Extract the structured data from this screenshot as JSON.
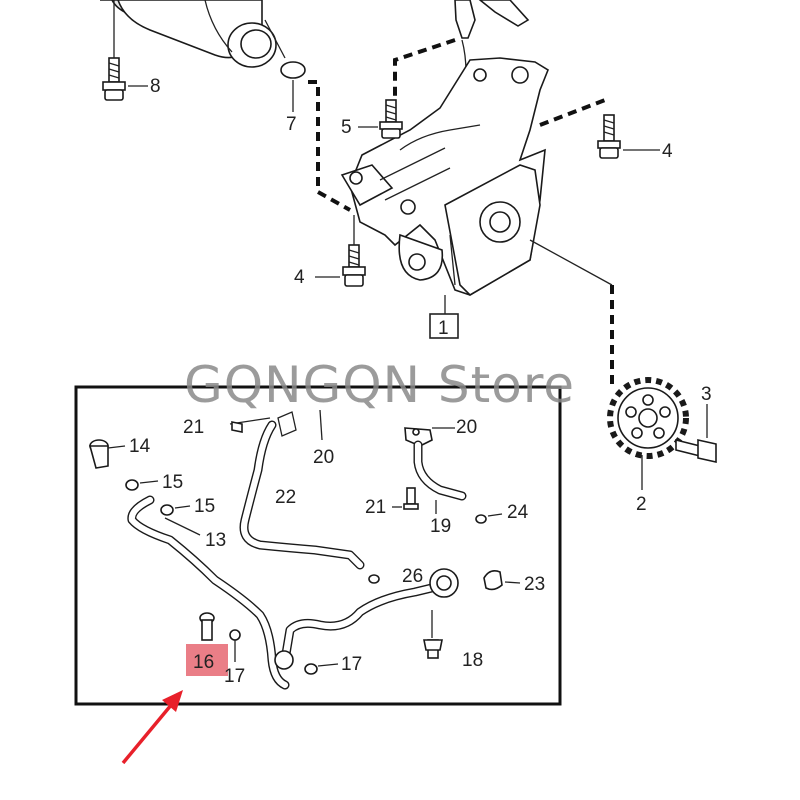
{
  "watermark": "GQNGQN  Store",
  "colors": {
    "highlight": "#e8707a",
    "arrow": "#e8202a",
    "ink": "#1a1a1a"
  },
  "callouts": {
    "c1": "1",
    "c2": "2",
    "c3": "3",
    "c4a": "4",
    "c4b": "4",
    "c5": "5",
    "c7": "7",
    "c8": "8",
    "c13": "13",
    "c14": "14",
    "c15a": "15",
    "c15b": "15",
    "c16": "16",
    "c17a": "17",
    "c17b": "17",
    "c18": "18",
    "c19": "19",
    "c20a": "20",
    "c20b": "20",
    "c21a": "21",
    "c21b": "21",
    "c22": "22",
    "c23": "23",
    "c24": "24",
    "c26": "26"
  },
  "highlighted_part": "16"
}
